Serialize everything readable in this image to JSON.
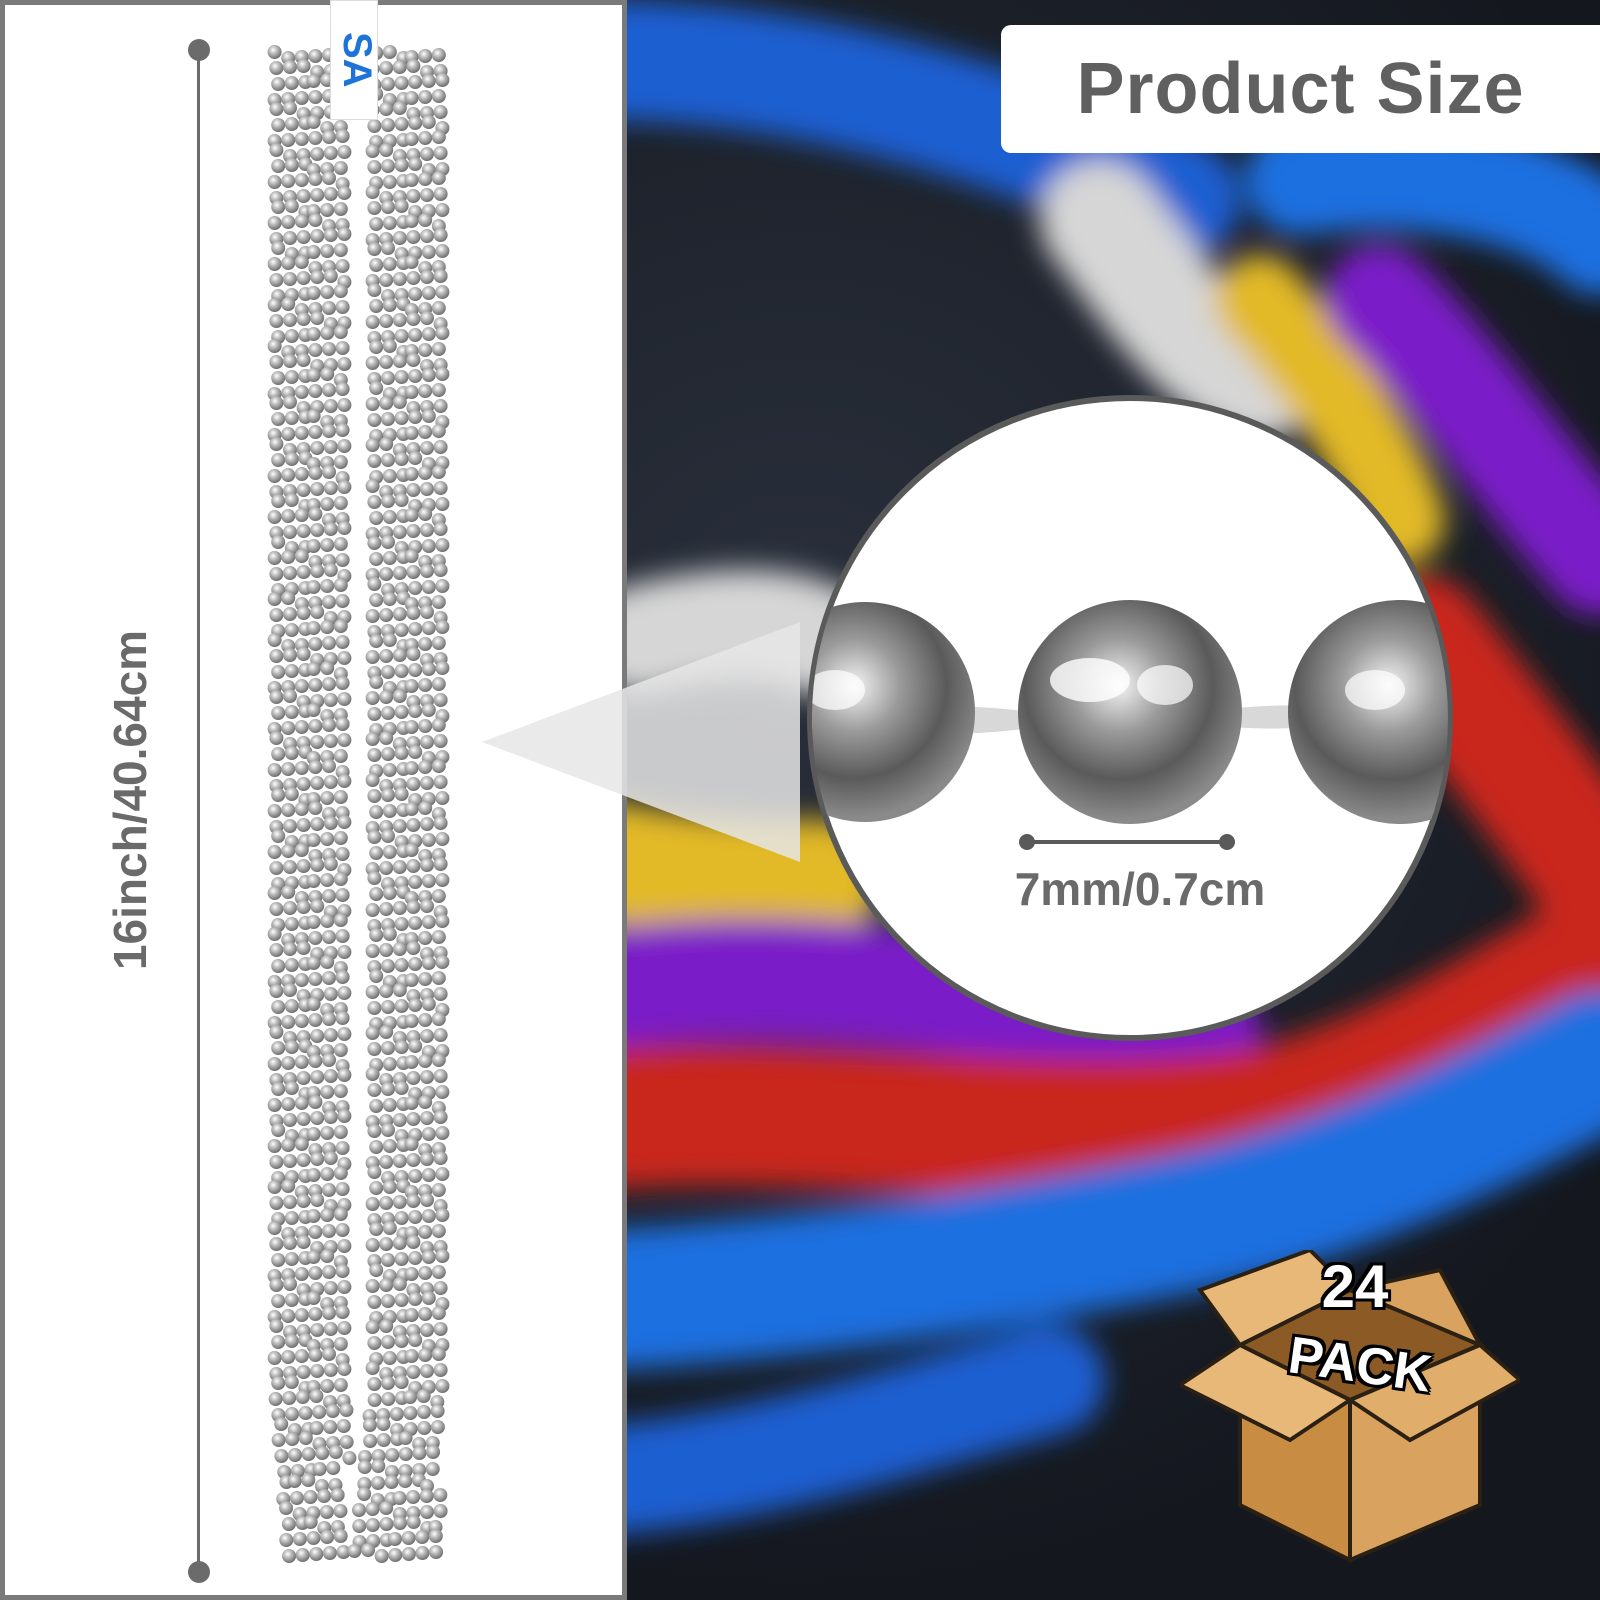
{
  "banner": {
    "title": "Product Size"
  },
  "dimensions": {
    "length": "16inch/40.64cm",
    "bead_diameter": "7mm/0.7cm"
  },
  "package": {
    "count": "24",
    "label": "PACK"
  },
  "tag": {
    "text": "SA"
  },
  "colors": {
    "beads_background": [
      "#1f5fd1",
      "#d6d6d6",
      "#e2b928",
      "#7a1fc8",
      "#c9261f",
      "#1e6fe0"
    ],
    "panel_border": "#7a7a7a",
    "label_text": "#6a6a6a",
    "box": "#d9a25e"
  }
}
